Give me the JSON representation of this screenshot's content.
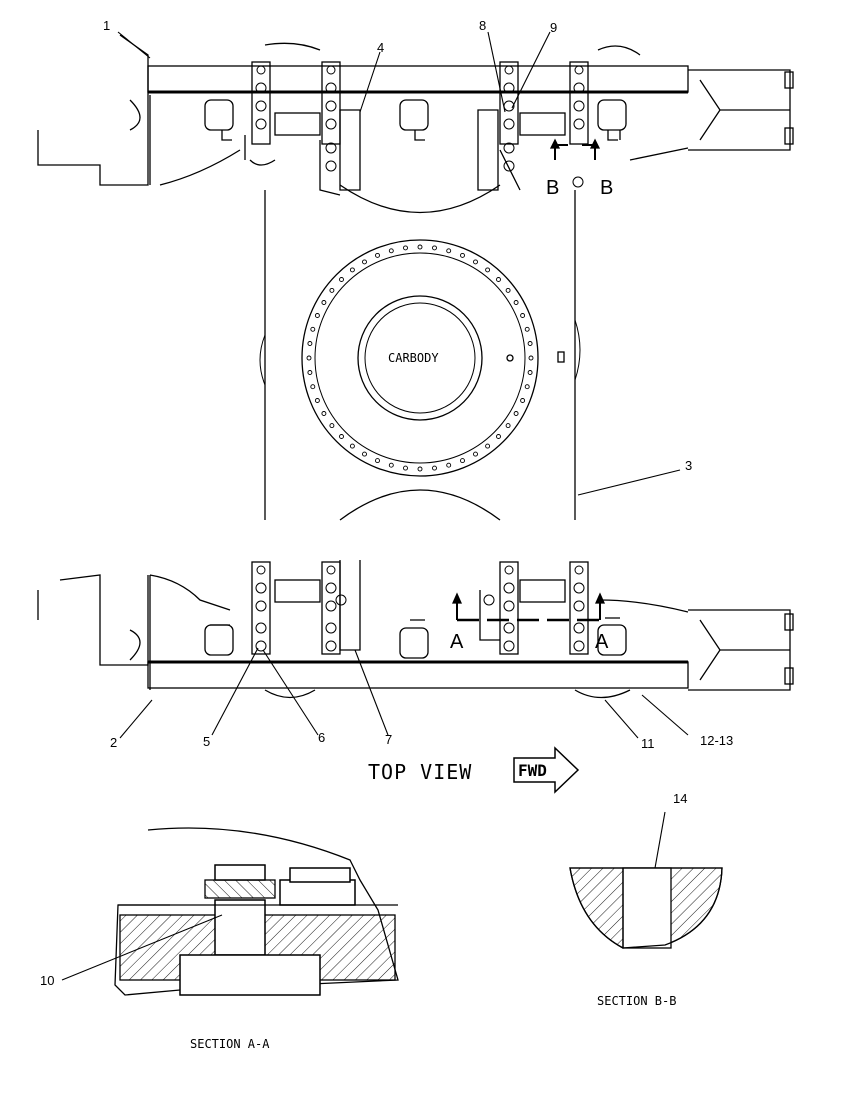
{
  "callouts": {
    "c1": "1",
    "c2": "2",
    "c3": "3",
    "c4": "4",
    "c5": "5",
    "c6": "6",
    "c7": "7",
    "c8": "8",
    "c9": "9",
    "c10": "10",
    "c11": "11",
    "c12": "12-13",
    "c14": "14"
  },
  "labels": {
    "carbody": "CARBODY",
    "top_view": "TOP VIEW",
    "fwd": "FWD",
    "section_a": "SECTION A-A",
    "section_b": "SECTION B-B",
    "a": "A",
    "b": "B"
  }
}
